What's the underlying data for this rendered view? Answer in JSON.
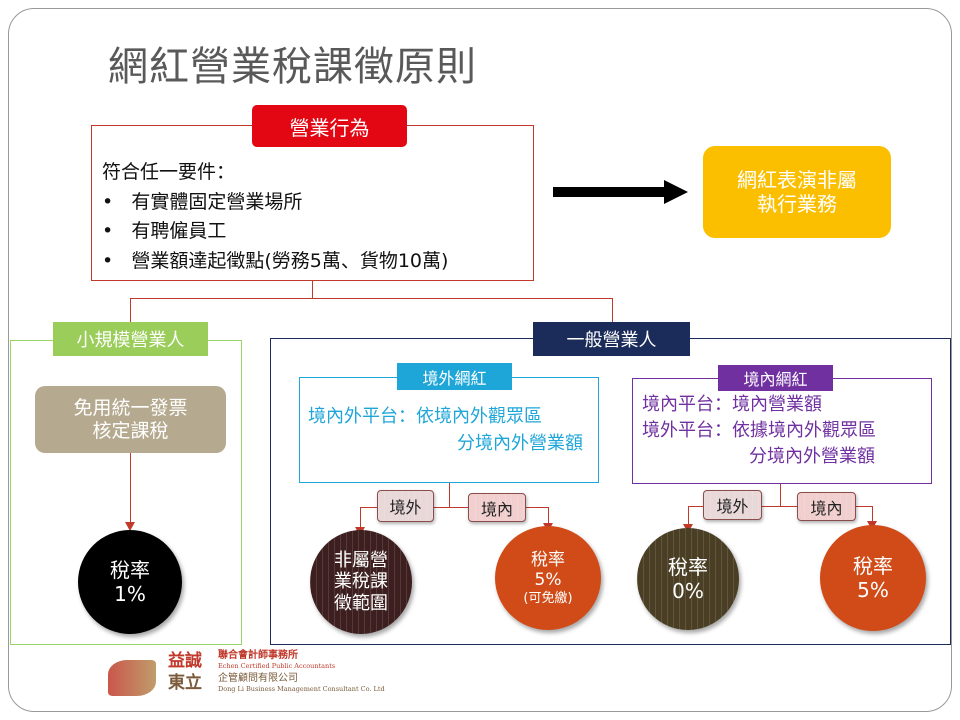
{
  "title": "網紅營業稅課徵原則",
  "business": {
    "label": "營業行為",
    "intro": "符合任一要件：",
    "items": [
      "有實體固定營業場所",
      "有聘僱員工",
      "營業額達起徵點(勞務5萬、貨物10萬)"
    ]
  },
  "result_box": {
    "line1": "網紅表演非屬",
    "line2": "執行業務"
  },
  "small": {
    "label": "小規模營業人",
    "box_line1": "免用統一發票",
    "box_line2": "核定課稅",
    "rate_label": "稅率",
    "rate": "1%"
  },
  "general": {
    "label": "一般營業人"
  },
  "foreign": {
    "label": "境外網紅",
    "text_line1": "境內外平台：依境內外觀眾區",
    "text_line2": "分境內外營業額",
    "tab_out": "境外",
    "tab_in": "境內",
    "out_circle": [
      "非屬營",
      "業稅課",
      "徵範圍"
    ],
    "in_rate_label": "稅率",
    "in_rate": "5%",
    "in_note": "(可免繳)"
  },
  "domestic": {
    "label": "境內網紅",
    "text_line1": "境內平台：境內營業額",
    "text_line2": "境外平台：依據境內外觀眾區",
    "text_line3": "分境內外營業額",
    "tab_out": "境外",
    "tab_in": "境內",
    "out_rate_label": "稅率",
    "out_rate": "0%",
    "in_rate_label": "稅率",
    "in_rate": "5%"
  },
  "logo": {
    "cn1": "益誠",
    "cn2": "東立",
    "firm1": "聯合會計師事務所",
    "firm1_en": "Echen Certified Public Accountants",
    "firm2": "企管顧問有限公司",
    "firm2_en": "Dong Li Business Management Consultant Co. Ltd"
  },
  "colors": {
    "red": "#e30613",
    "yellow": "#fbbf00",
    "green": "#9acd5a",
    "navy": "#1b2c5a",
    "cyan": "#1fa6d8",
    "purple": "#7030a0",
    "orange": "#d04b17"
  }
}
